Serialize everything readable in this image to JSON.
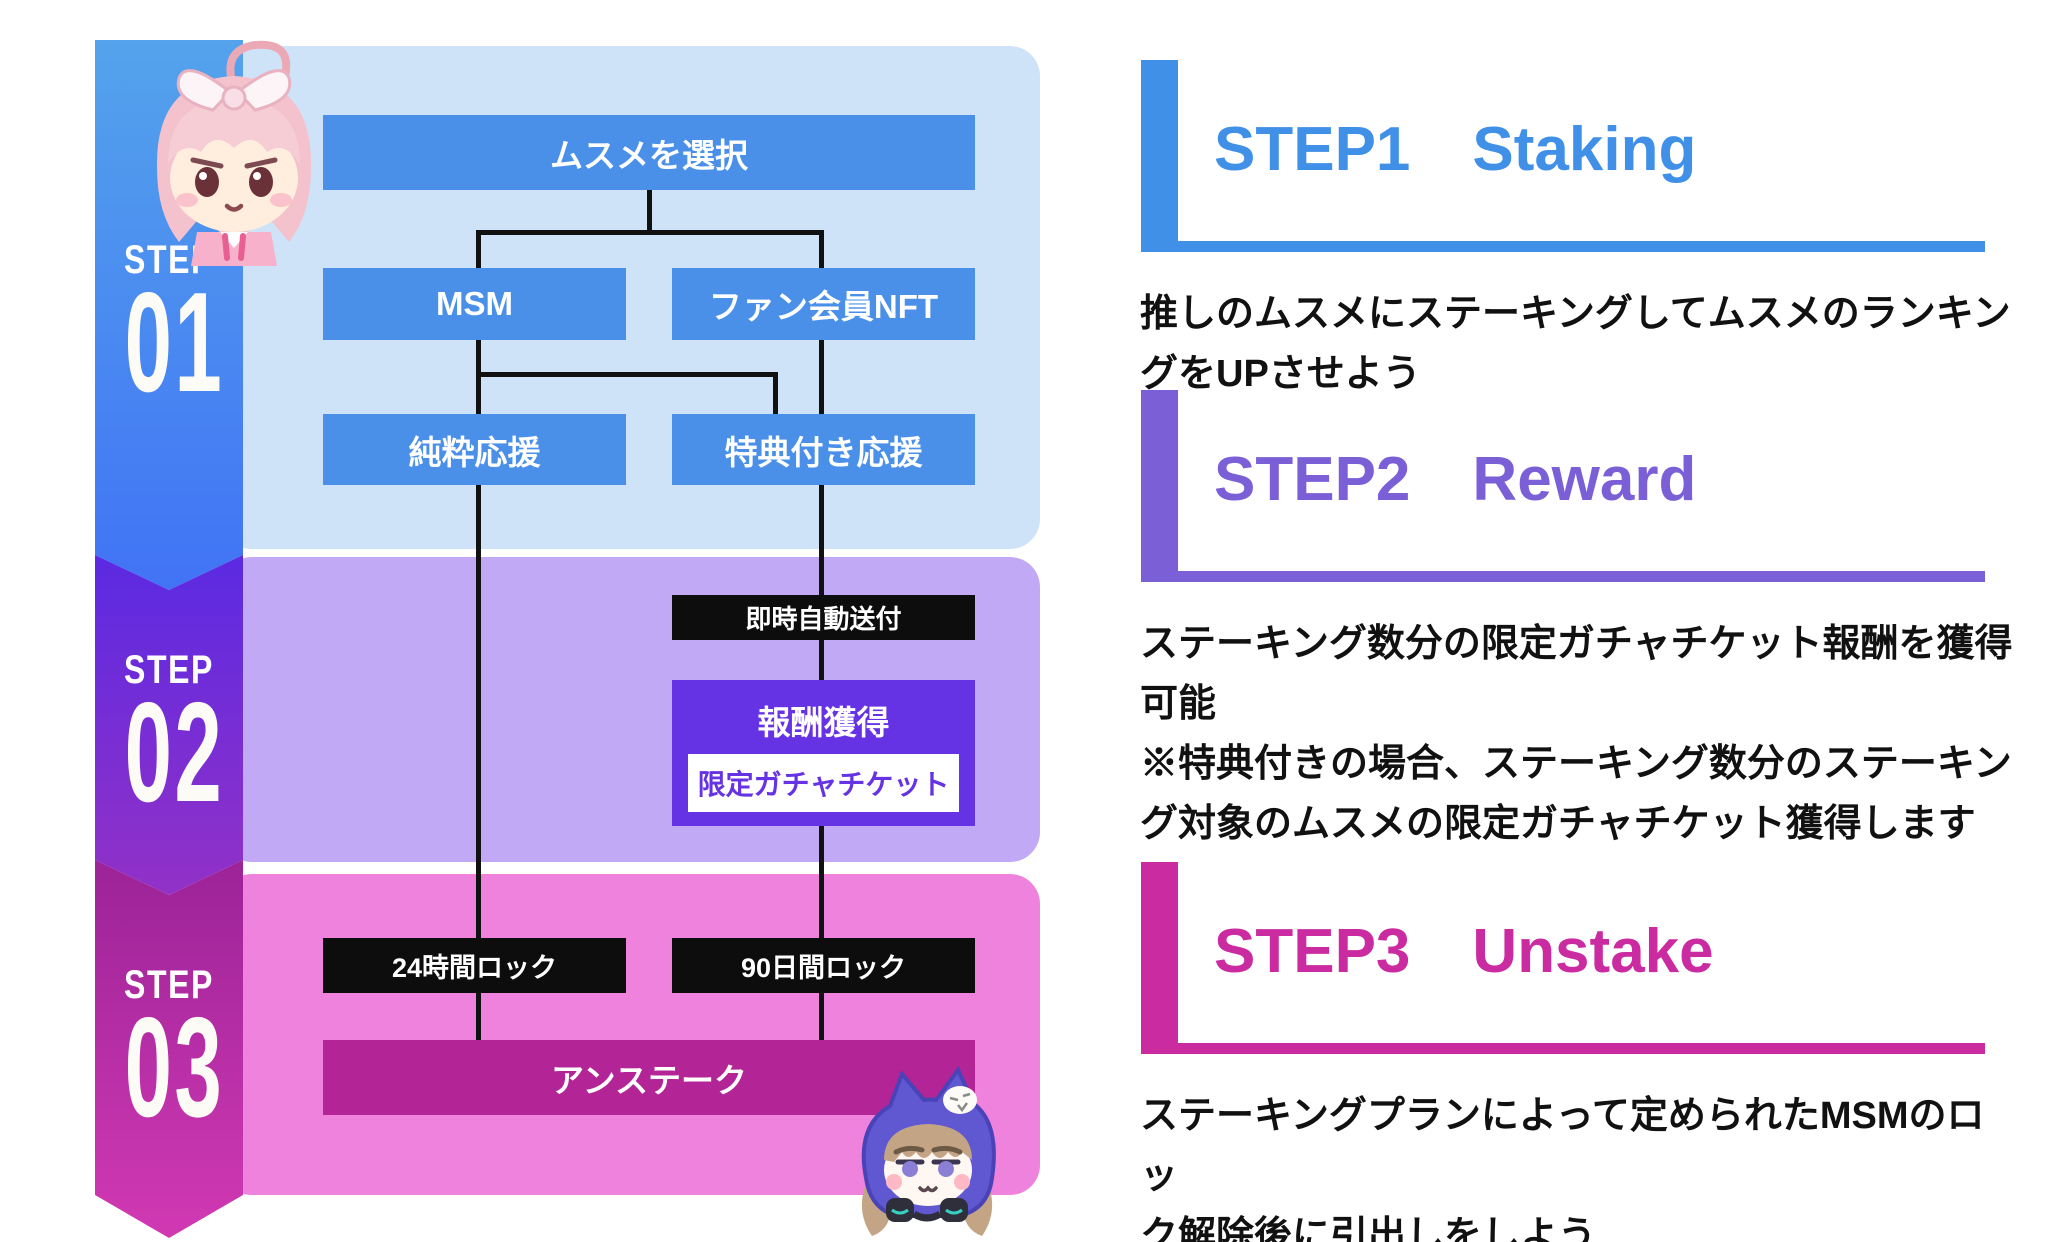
{
  "diagram": {
    "ribbon_steps": [
      {
        "label": "STEP",
        "number": "01"
      },
      {
        "label": "STEP",
        "number": "02"
      },
      {
        "label": "STEP",
        "number": "03"
      }
    ],
    "nodes": {
      "select_musume": "ムスメを選択",
      "msm": "MSM",
      "fan_nft": "ファン会員NFT",
      "pure_support": "純粋応援",
      "benefit_support": "特典付き応援",
      "instant_auto_send": "即時自動送付",
      "reward_get": "報酬獲得",
      "limited_gacha_ticket": "限定ガチャチケット",
      "lock_24h": "24時間ロック",
      "lock_90d": "90日間ロック",
      "unstake": "アンステーク"
    },
    "mascots": [
      {
        "name": "pink-haired-girl"
      },
      {
        "name": "hooded-girl"
      }
    ]
  },
  "sections": [
    {
      "title": "STEP1　Staking",
      "accent": "#4090e8",
      "body": "推しのムスメにステーキングしてムスメのランキン\nグをUPさせよう"
    },
    {
      "title": "STEP2　Reward",
      "accent": "#7a5fd6",
      "body": "ステーキング数分の限定ガチャチケット報酬を獲得\n可能\n※特典付きの場合、ステーキング数分のステーキン\nグ対象のムスメの限定ガチャチケット獲得します"
    },
    {
      "title": "STEP3　Unstake",
      "accent": "#cb2ba0",
      "body": "ステーキングプランによって定められたMSMのロッ\nク解除後に引出しをしよう"
    }
  ],
  "colors": {
    "panel_blue": "#cfe3f8",
    "panel_purple": "#c2a9f6",
    "panel_pink": "#ee82dc",
    "node_blue": "#4a90e8",
    "node_purple": "#6633e4",
    "node_magenta": "#b32496",
    "node_black": "#0d0d0d",
    "connector": "#111111",
    "ribbon_blue_top": "#54a3ec",
    "ribbon_blue_bottom": "#4173f5",
    "ribbon_indigo_top": "#5b2ae2",
    "ribbon_indigo_bottom": "#9231c7",
    "ribbon_magenta_top": "#9c2398",
    "ribbon_magenta_bottom": "#d139b3"
  }
}
